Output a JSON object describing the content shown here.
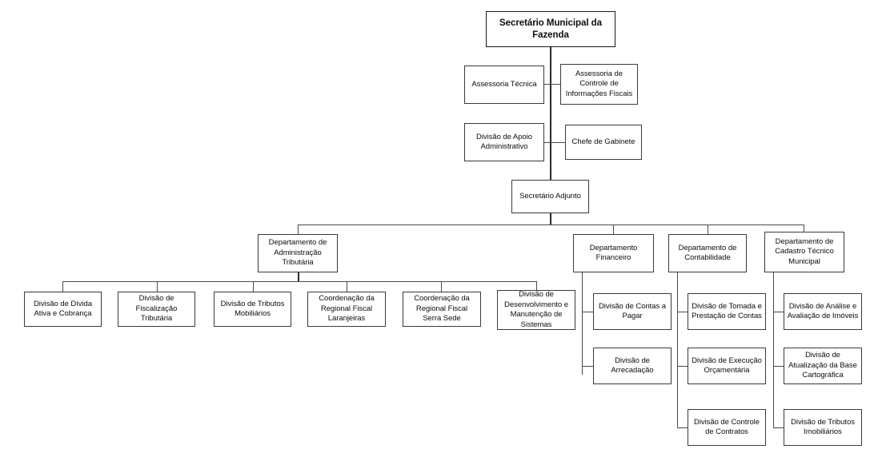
{
  "diagram": {
    "title": "Organograma - Secretaria Municipal da Fazenda",
    "type": "organizational-chart",
    "colors": {
      "box_border": "#3a3a3a",
      "connector": "#4a4a4a",
      "background": "#ffffff",
      "text": "#0d0d0d"
    }
  },
  "nodes": {
    "root": "Secretário Municipal  da Fazenda",
    "staff": {
      "assessoria_tecnica": "Assessoria Técnica",
      "assessoria_controle": "Assessoria de Controle de Informações Fiscais",
      "divisao_apoio": "Divisão de Apoio Administrativo",
      "chefe_gabinete": "Chefe de Gabinete"
    },
    "adjunto": "Secretário Adjunto",
    "departments": {
      "administracao_tributaria": "Departamento de Administração Tributária",
      "financeiro": "Departamento Financeiro",
      "contabilidade": "Departamento de Contabilidade",
      "cadastro_tecnico": "Departamento de Cadastro Técnico Municipal"
    },
    "administracao_tributaria_children": [
      "Divisão de Dívida Ativa e Cobrança",
      "Divisão de Fiscalização Tributária",
      "Divisão de Tributos Mobiliários",
      "Coordenação da Regional Fiscal Laranjeiras",
      "Coordenação da Regional Fiscal \nSerra Sede",
      "Divisão de Desenvolvimento e Manutenção de Sistemas"
    ],
    "financeiro_children": [
      "Divisão de Contas a Pagar",
      "Divisão de Arrecadação"
    ],
    "contabilidade_children": [
      "Divisão de Tomada e Prestação de Contas",
      "Divisão de Execução Orçamentária",
      "Divisão de Controle de Contratos"
    ],
    "cadastro_tecnico_children": [
      "Divisão de Análise e Avaliação de Imóveis",
      "Divisão de Atualização da Base Cartográfica",
      "Divisão de Tributos Imobiliários"
    ]
  }
}
